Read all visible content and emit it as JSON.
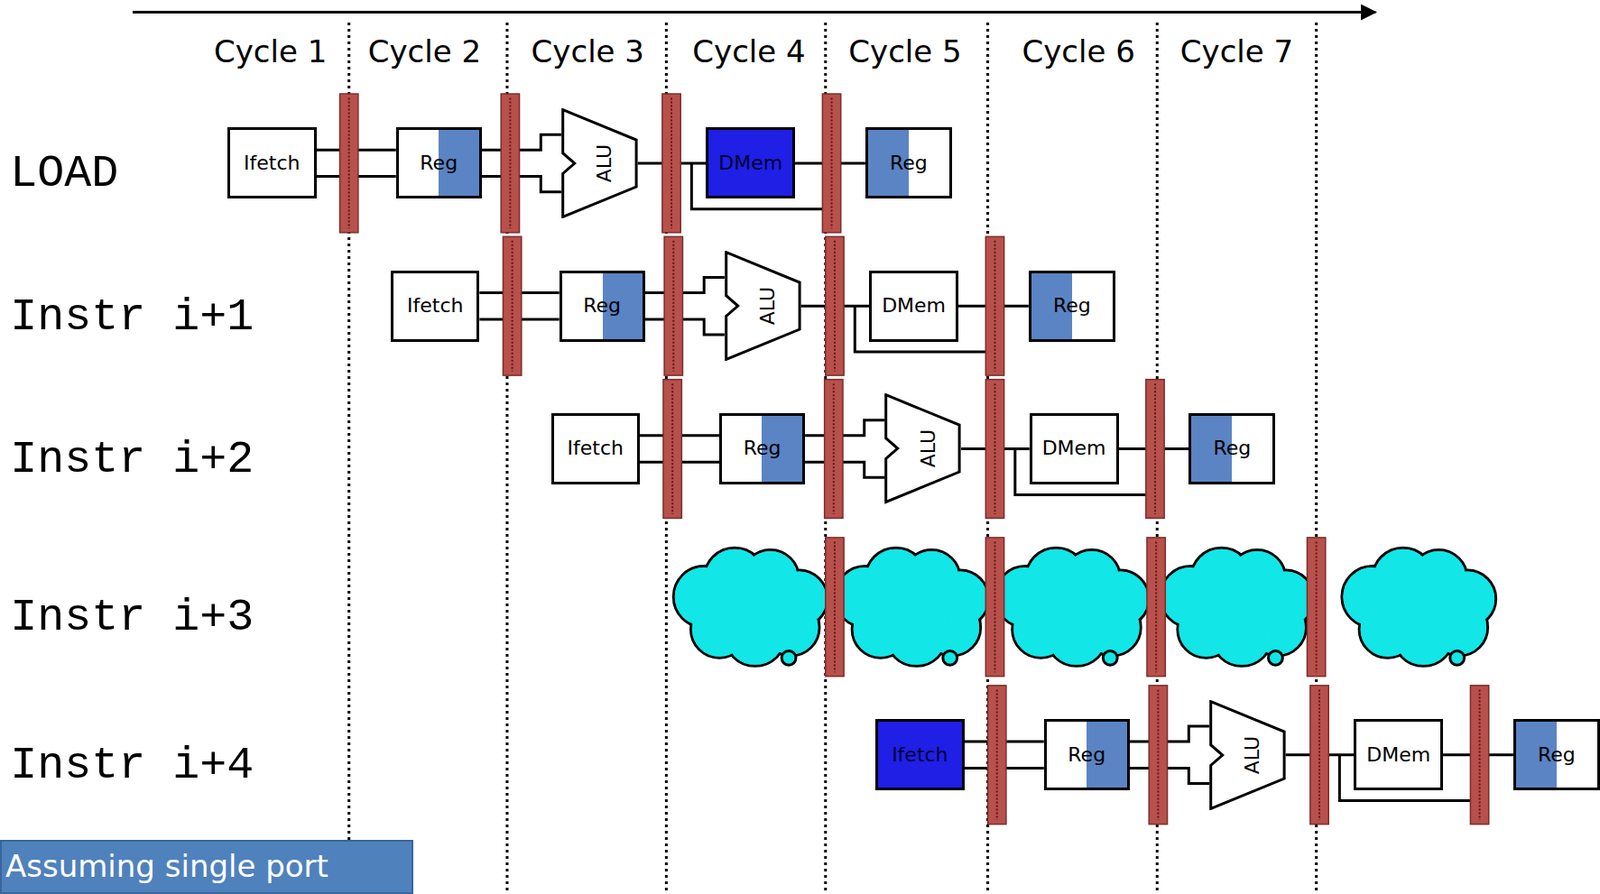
{
  "diagram": {
    "nodes": [
      {
        "text": [
          "Ifetch"
        ]
      },
      {
        "text": [
          "Reg"
        ]
      },
      {
        "text": [
          "ALU"
        ]
      },
      {
        "text": [
          "DMem"
        ]
      },
      {
        "text": [
          "Reg"
        ]
      },
      {
        "text": [
          "Ifetch"
        ]
      },
      {
        "text": [
          "Reg"
        ]
      },
      {
        "text": [
          "ALU"
        ]
      },
      {
        "text": [
          "DMem"
        ]
      },
      {
        "text": [
          "Reg"
        ]
      },
      {
        "text": [
          "Ifetch"
        ]
      },
      {
        "text": [
          "Reg"
        ]
      },
      {
        "text": [
          "ALU"
        ]
      },
      {
        "text": [
          "DMem"
        ]
      },
      {
        "text": [
          "Reg"
        ]
      },
      {
        "text": [
          "Ifetch"
        ]
      },
      {
        "text": [
          "Reg"
        ]
      },
      {
        "text": [
          "ALU"
        ]
      },
      {
        "text": [
          "DMem"
        ]
      },
      {
        "text": [
          "Reg"
        ]
      },
      {
        "text": [
          "Assuming single port"
        ]
      }
    ],
    "edges": [
      {
        "from": 0,
        "to": 1,
        "arrow": "none"
      },
      {
        "from": 1,
        "to": 2,
        "arrow": "none"
      },
      {
        "from": 2,
        "to": 3,
        "arrow": "none"
      },
      {
        "from": 3,
        "to": 4,
        "arrow": "none"
      },
      {
        "from": 5,
        "to": 6,
        "arrow": "none"
      },
      {
        "from": 6,
        "to": 7,
        "arrow": "none"
      },
      {
        "from": 7,
        "to": 8,
        "arrow": "none"
      },
      {
        "from": 8,
        "to": 9,
        "arrow": "none"
      },
      {
        "from": 10,
        "to": 11,
        "arrow": "none"
      },
      {
        "from": 11,
        "to": 12,
        "arrow": "none"
      },
      {
        "from": 12,
        "to": 13,
        "arrow": "none"
      },
      {
        "from": 13,
        "to": 14,
        "arrow": "none"
      },
      {
        "from": 15,
        "to": 16,
        "arrow": "none"
      },
      {
        "from": 16,
        "to": 17,
        "arrow": "none"
      },
      {
        "from": 17,
        "to": 18,
        "arrow": "none"
      },
      {
        "from": 18,
        "to": 19,
        "arrow": "none"
      }
    ],
    "labels": [
      "Cycle 1",
      "Cycle 2",
      "Cycle 3",
      "Cycle 4",
      "Cycle 5",
      "Cycle 6",
      "Cycle 7",
      "LOAD",
      "Instr i+1",
      "Instr i+2",
      "Instr i+3",
      "Instr i+4"
    ]
  }
}
